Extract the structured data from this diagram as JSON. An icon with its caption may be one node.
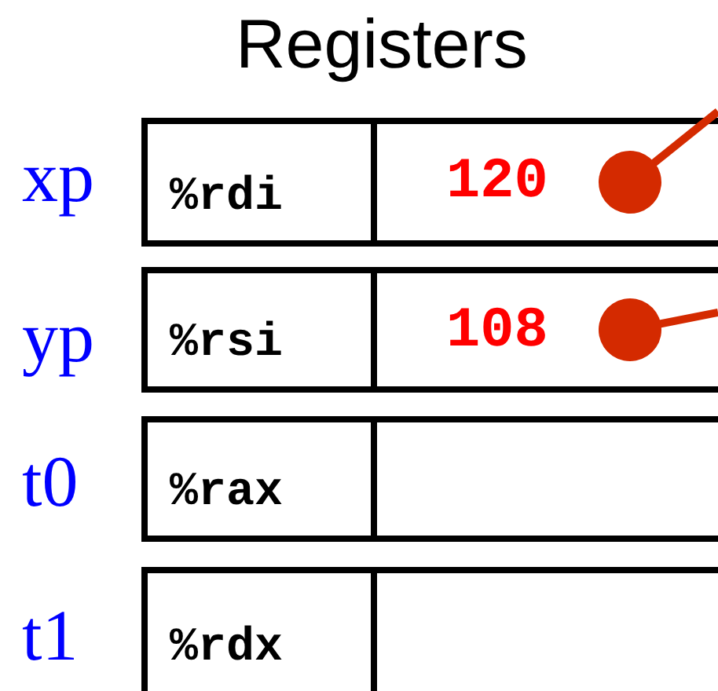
{
  "diagram": {
    "title": "Registers",
    "nodes": [
      {
        "text": [
          "%rdi"
        ],
        "beside": [
          "xp"
        ]
      },
      {
        "text": [
          "120"
        ]
      },
      {
        "text": [
          "%rsi"
        ],
        "beside": [
          "yp"
        ]
      },
      {
        "text": [
          "108"
        ]
      },
      {
        "text": [
          "%rax"
        ],
        "beside": [
          "t0"
        ]
      },
      {
        "text": [],
        "shape": "box"
      },
      {
        "text": [
          "%rdx"
        ],
        "beside": [
          "t1"
        ]
      },
      {
        "text": [],
        "shape": "box"
      }
    ],
    "edges": [
      {
        "from": 1,
        "to": null,
        "arrow": "other",
        "color": "#d42a00"
      },
      {
        "from": 3,
        "to": null,
        "arrow": "other",
        "color": "#d42a00"
      }
    ]
  }
}
